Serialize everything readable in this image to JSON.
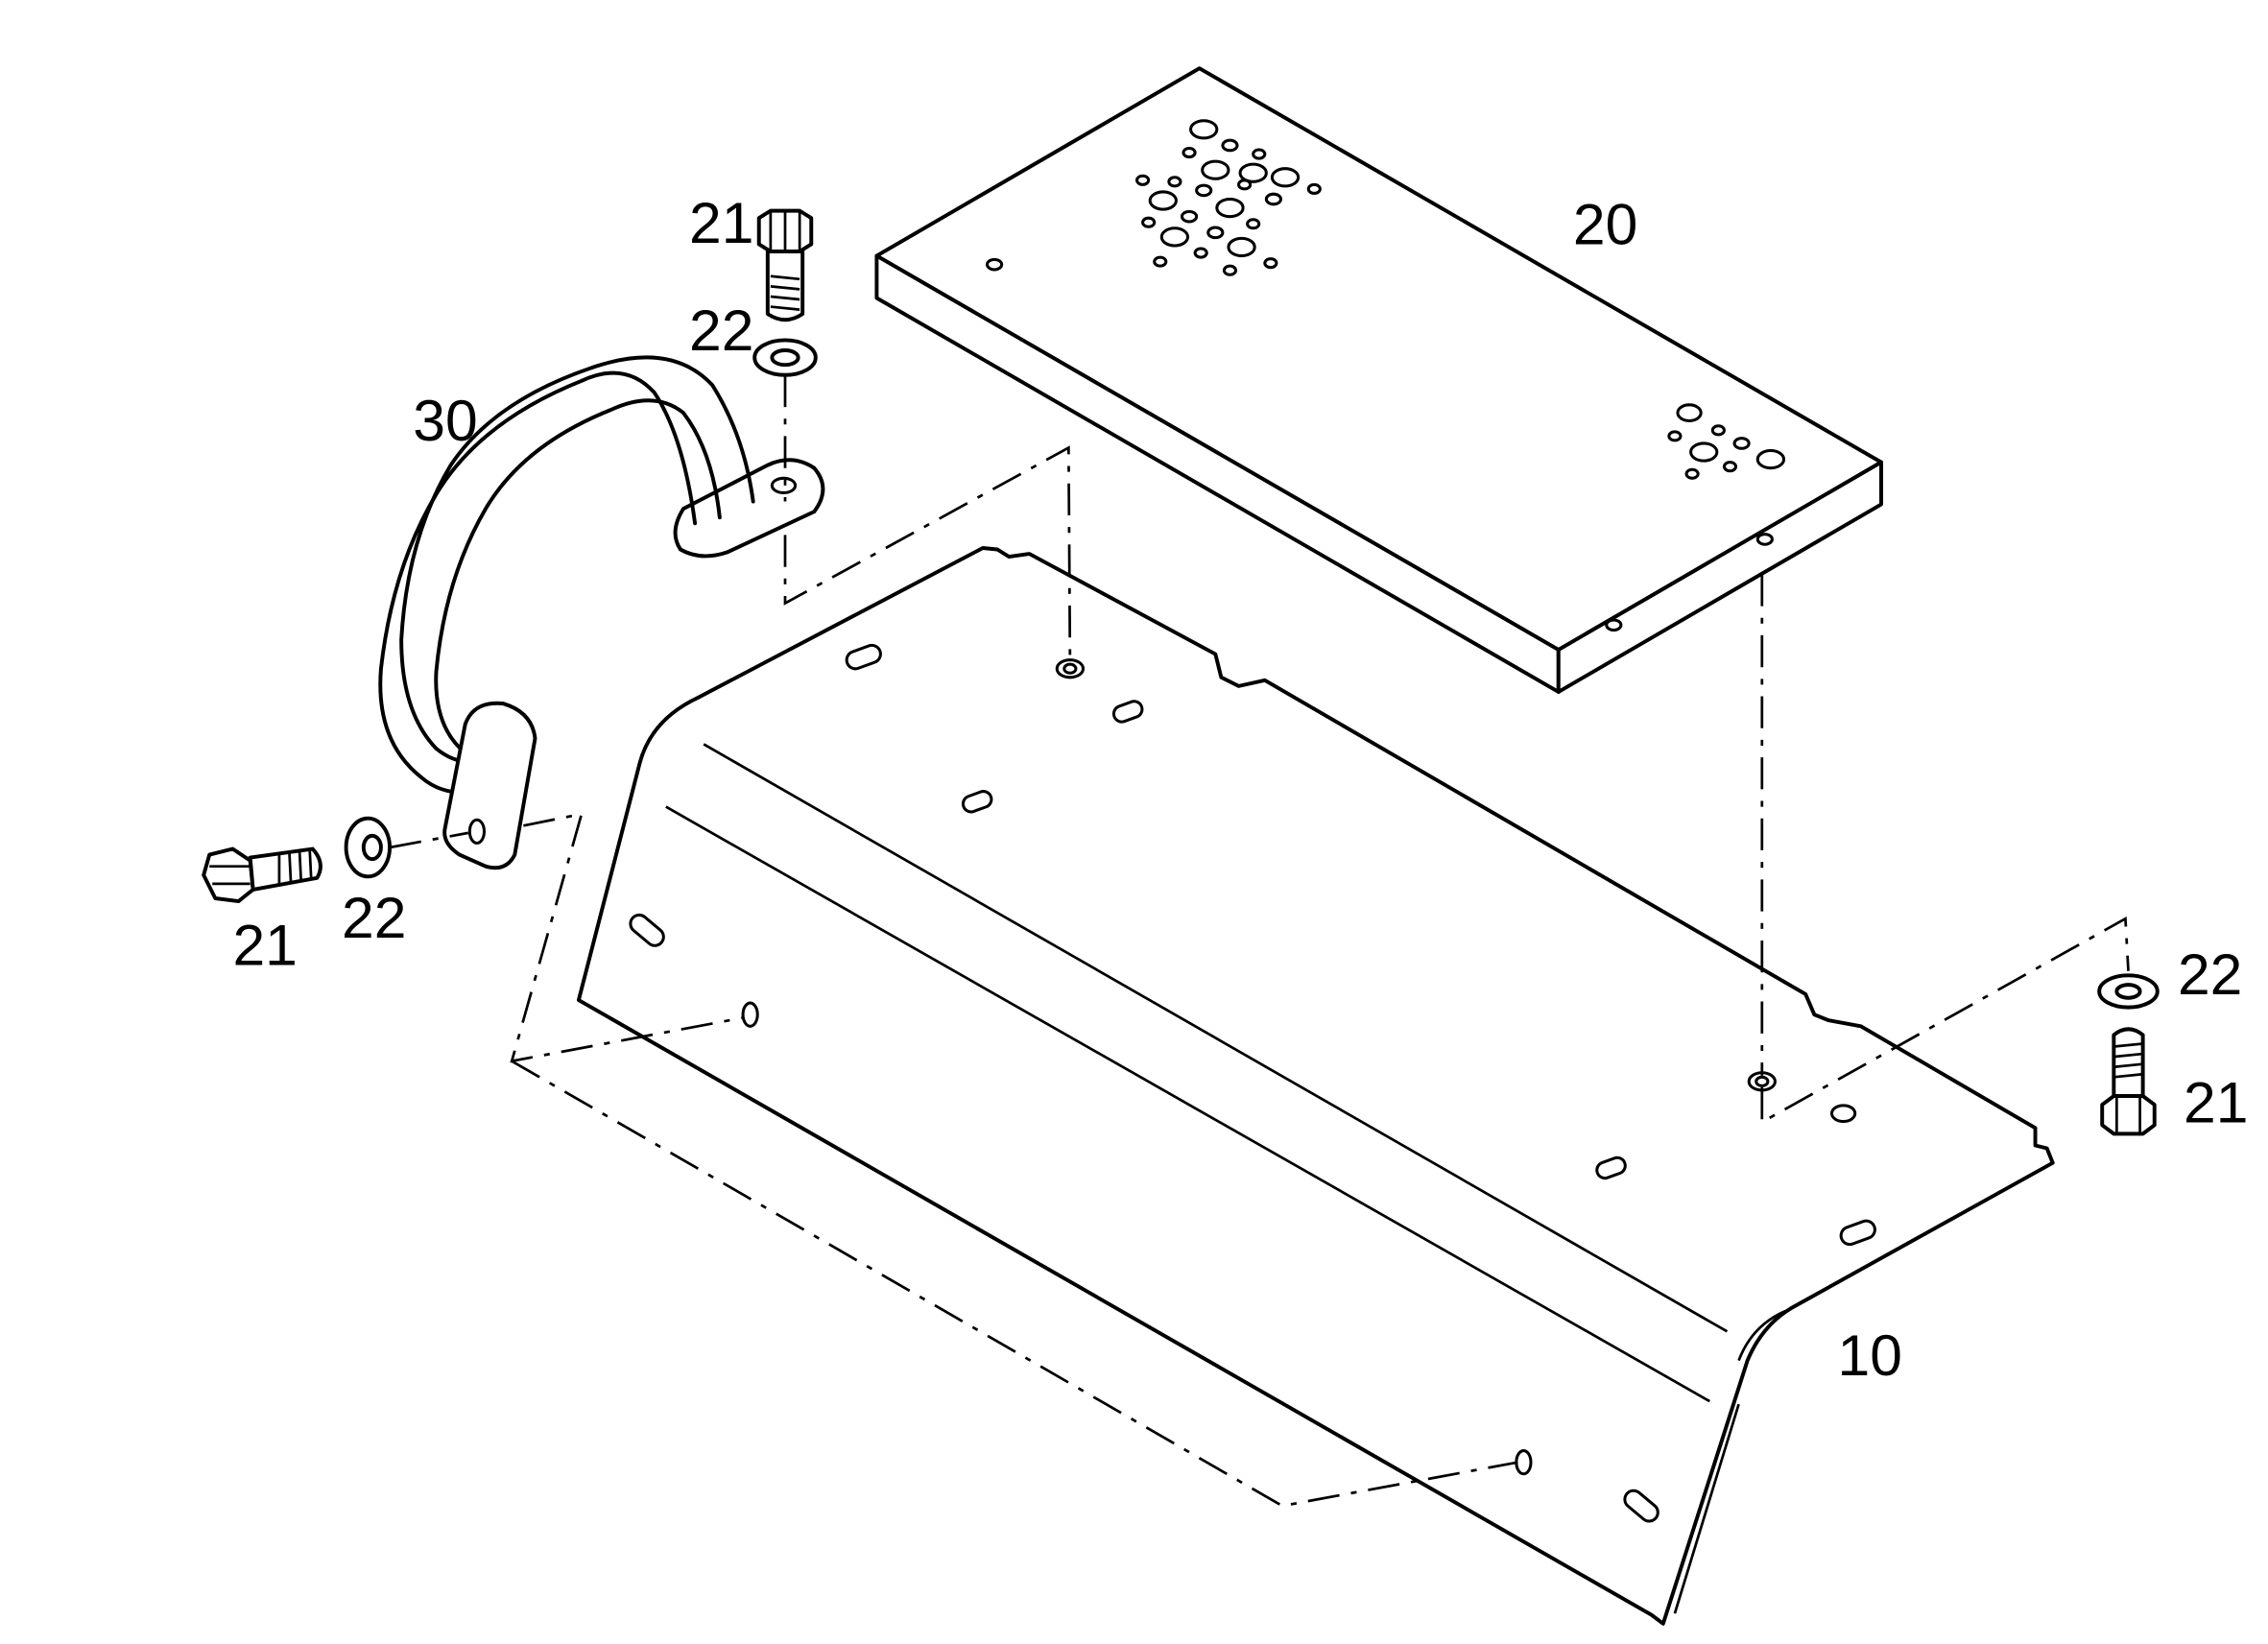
{
  "labels": {
    "plate_base": "10",
    "plate_top": "20",
    "handle": "30",
    "bolt_top": "21",
    "washer_top": "22",
    "bolt_left": "21",
    "washer_left": "22",
    "washer_right": "22",
    "bolt_right": "21"
  }
}
